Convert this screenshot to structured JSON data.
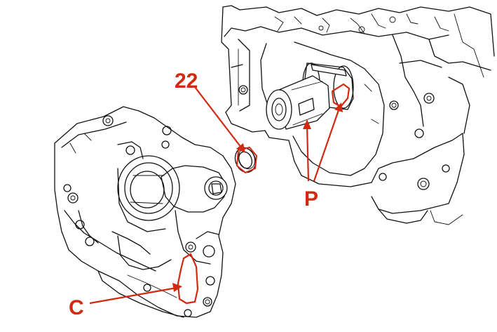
{
  "callouts": {
    "oil_seal": "22",
    "pump_sealant_area": "C",
    "crank_flats": "P"
  },
  "colors": {
    "accent": "#d02a10",
    "line": "#111111",
    "background": "#ffffff"
  }
}
